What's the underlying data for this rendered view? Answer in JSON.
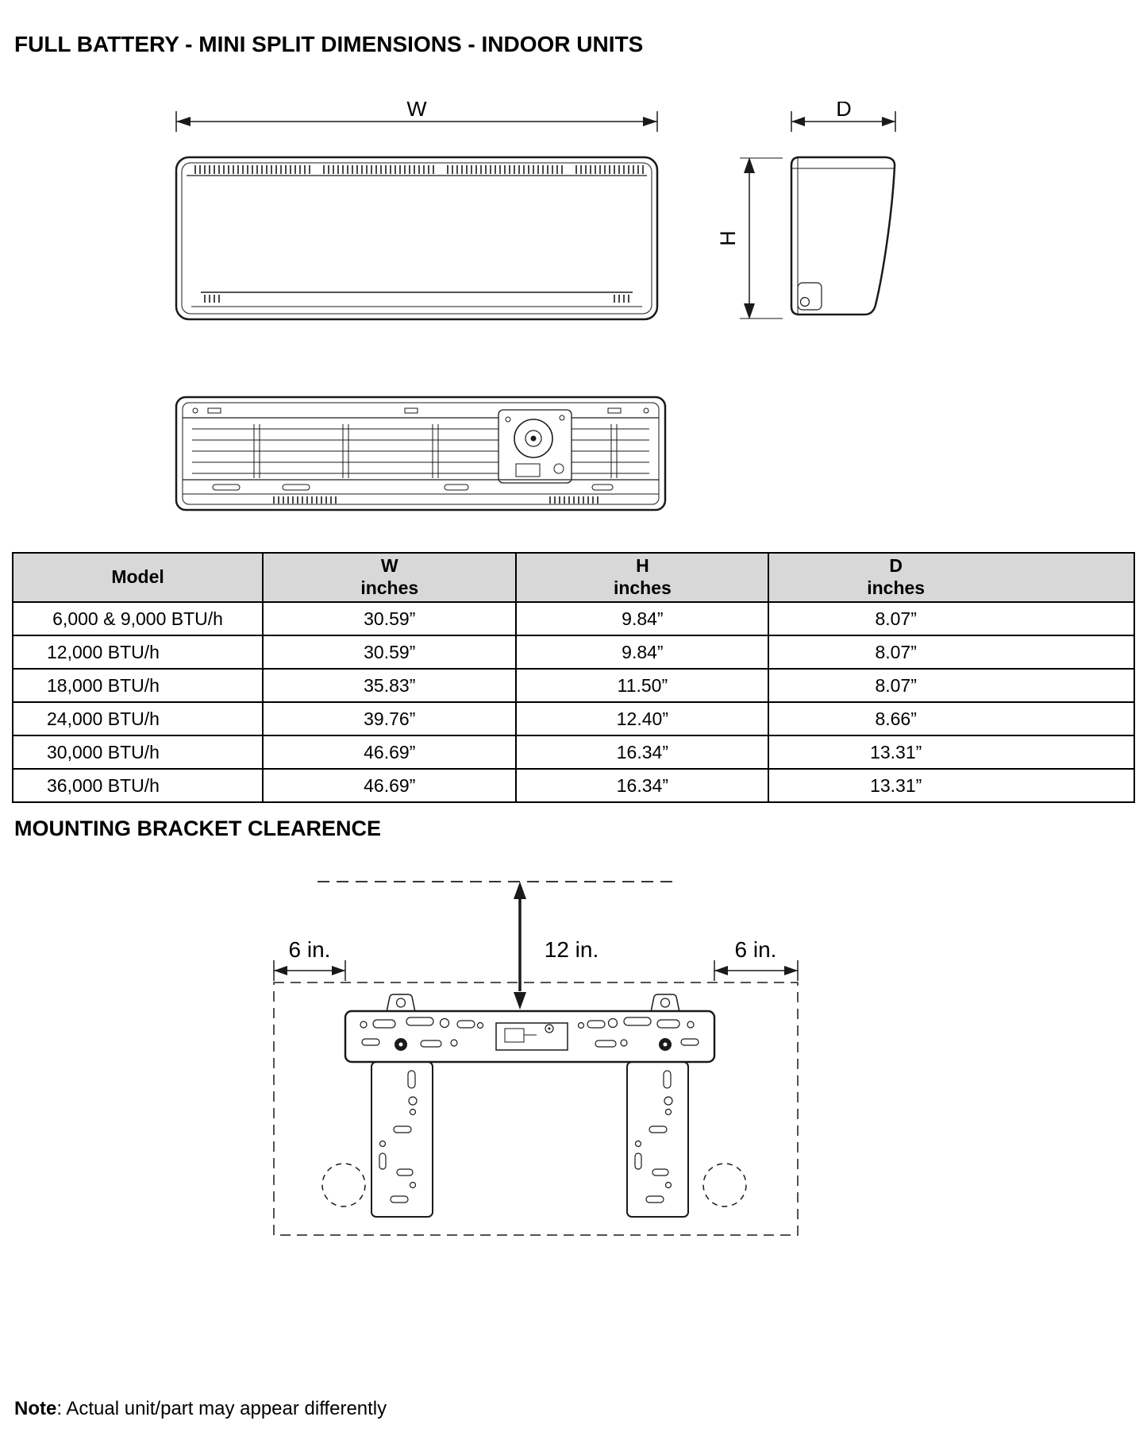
{
  "page": {
    "title": "FULL BATTERY - MINI SPLIT DIMENSIONS - INDOOR UNITS",
    "mounting_section_title": "MOUNTING BRACKET CLEARENCE",
    "note_label": "Note",
    "note_text": ": Actual unit/part may appear differently"
  },
  "drawings": {
    "front_view": {
      "width_label": "W"
    },
    "side_view": {
      "depth_label": "D",
      "height_label": "H"
    }
  },
  "clearance_diagram": {
    "left_clearance": "6 in.",
    "top_clearance": "12 in.",
    "right_clearance": "6 in."
  },
  "dimensions_table": {
    "headers": {
      "model": "Model",
      "w_line1": "W",
      "w_line2": "inches",
      "h_line1": "H",
      "h_line2": "inches",
      "d_line1": "D",
      "d_line2": "inches"
    },
    "rows": [
      {
        "model": "6,000 & 9,000 BTU/h",
        "w": "30.59”",
        "h": "9.84”",
        "d": "8.07”"
      },
      {
        "model": "12,000 BTU/h",
        "w": "30.59”",
        "h": "9.84”",
        "d": "8.07”"
      },
      {
        "model": "18,000 BTU/h",
        "w": "35.83”",
        "h": "11.50”",
        "d": "8.07”"
      },
      {
        "model": "24,000 BTU/h",
        "w": "39.76”",
        "h": "12.40”",
        "d": "8.66”"
      },
      {
        "model": "30,000 BTU/h",
        "w": "46.69”",
        "h": "16.34”",
        "d": "13.31”"
      },
      {
        "model": "36,000 BTU/h",
        "w": "46.69”",
        "h": "16.34”",
        "d": "13.31”"
      }
    ]
  }
}
